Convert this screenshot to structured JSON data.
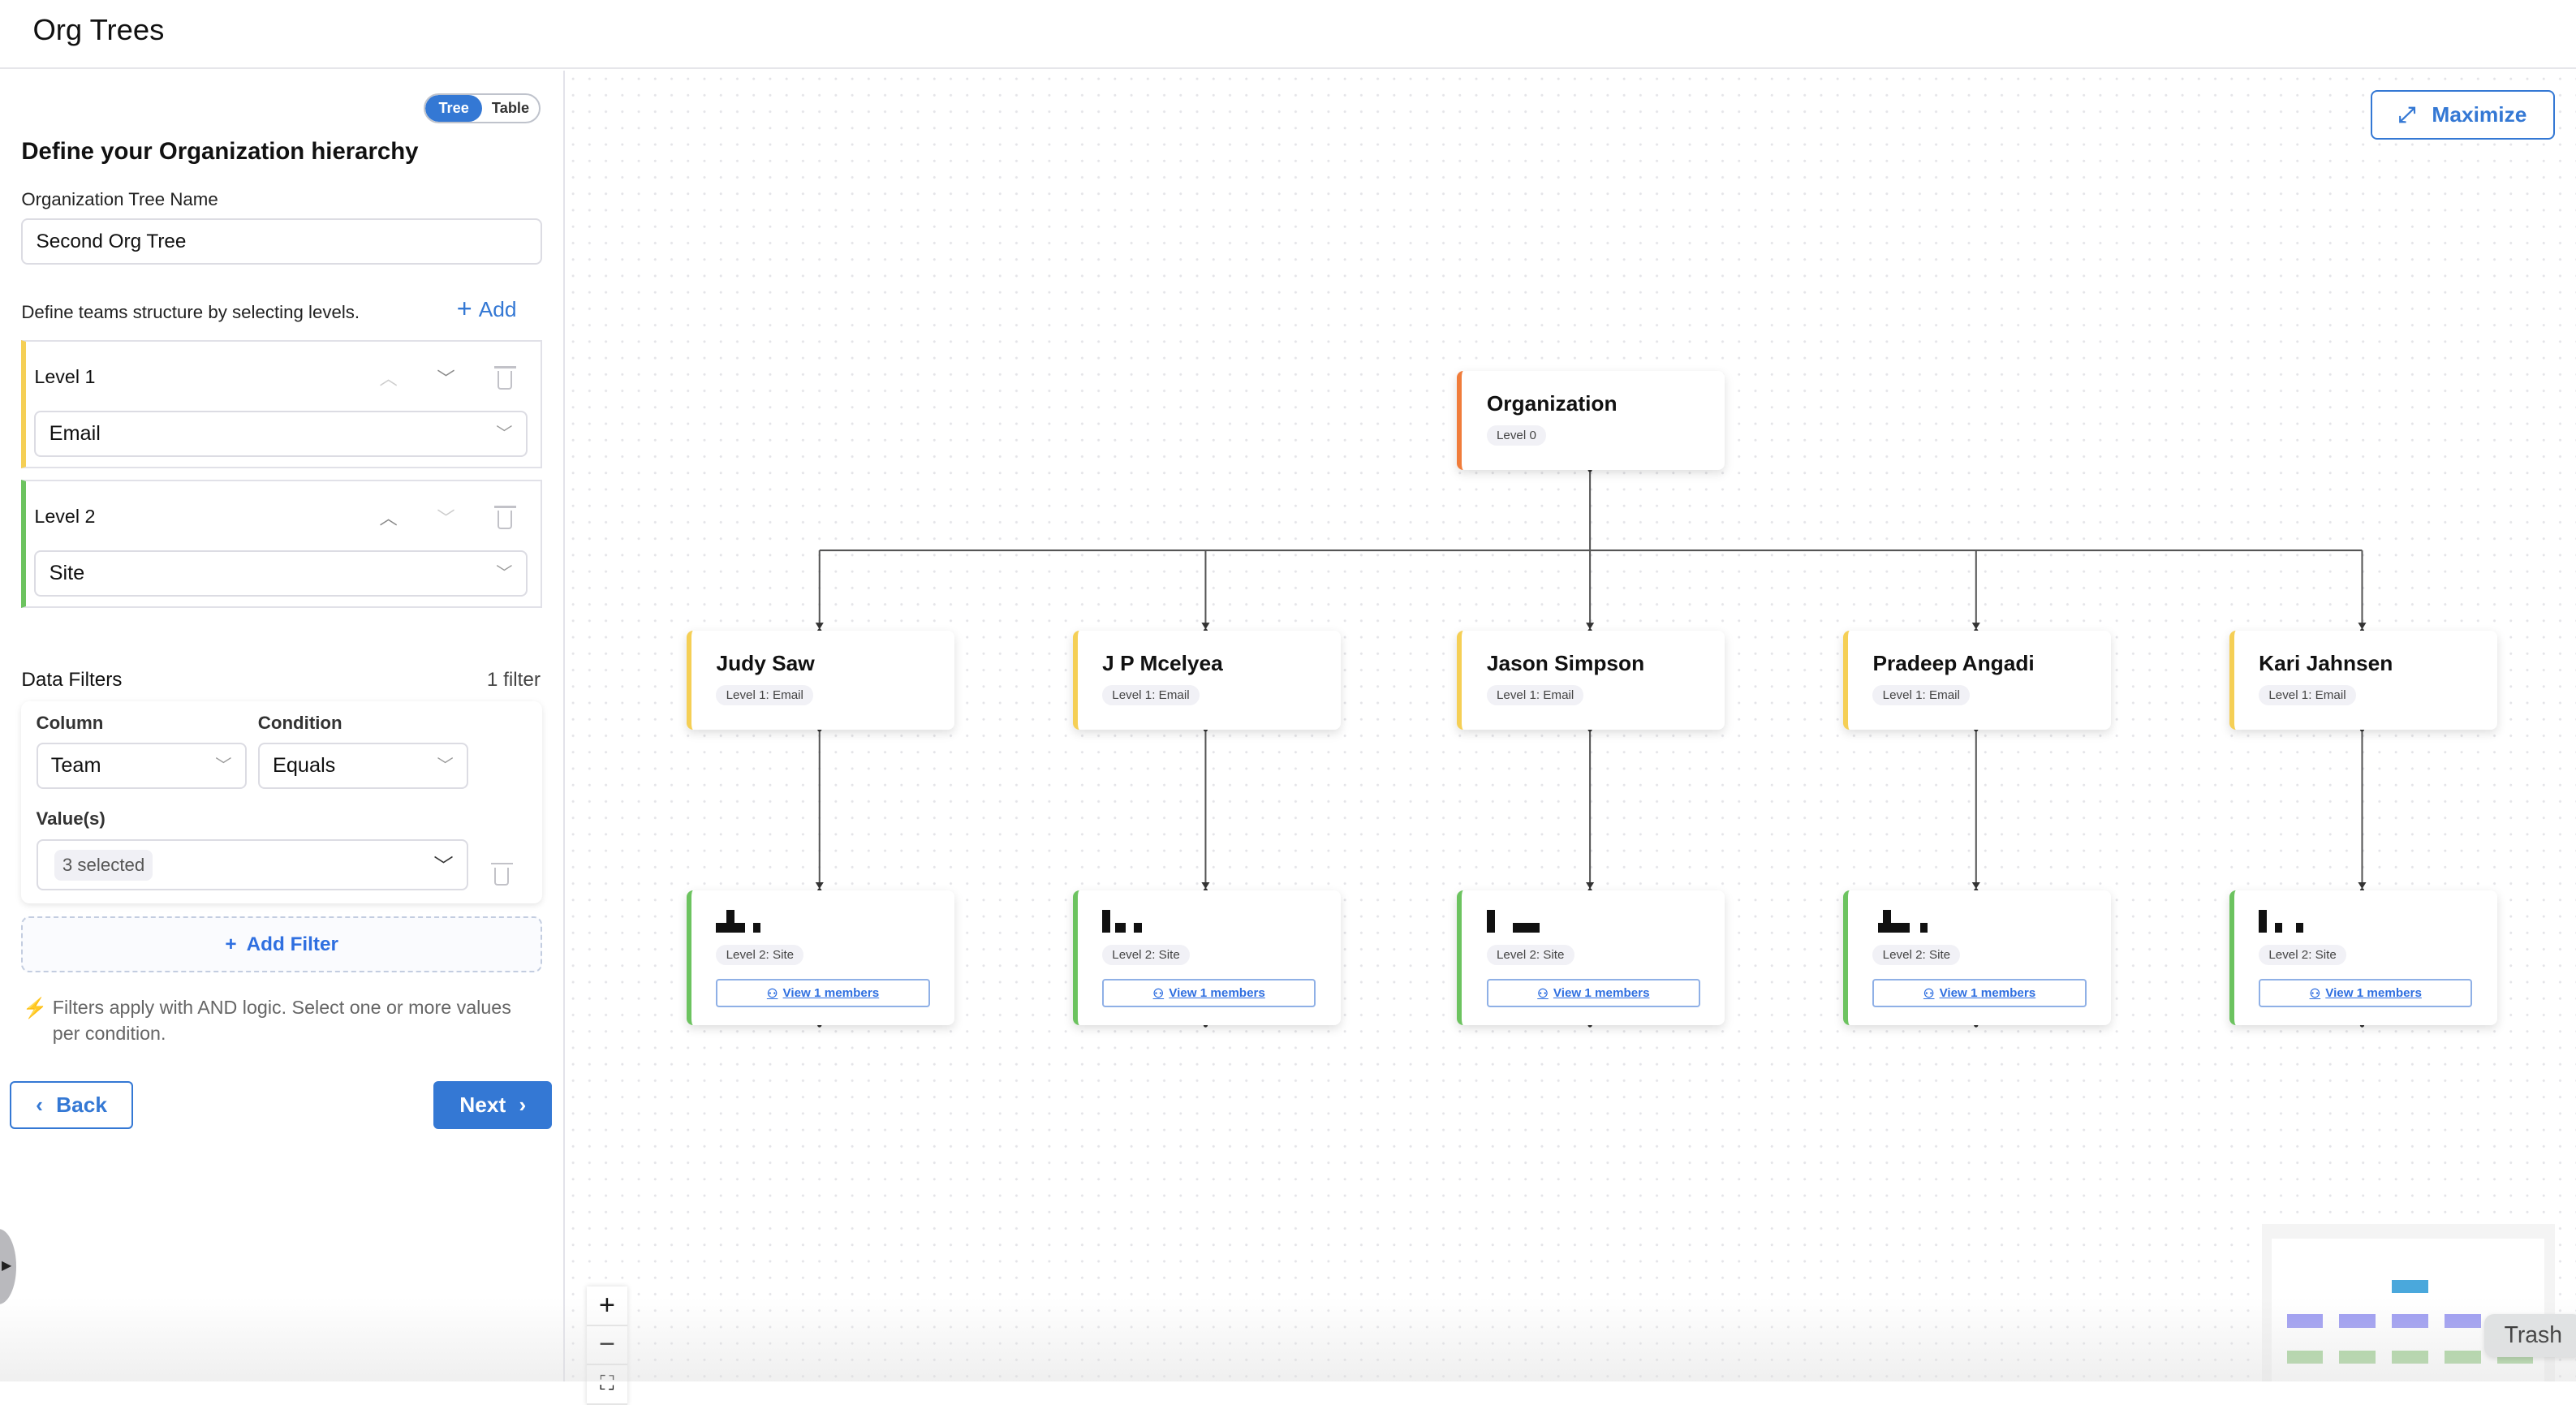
{
  "header": {
    "title": "Org Trees"
  },
  "sidebar": {
    "view_toggle": {
      "options": [
        "Tree",
        "Table"
      ],
      "active": "Tree"
    },
    "heading": "Define your Organization hierarchy",
    "tree_name_label": "Organization Tree Name",
    "tree_name_value": "Second Org Tree",
    "levels_hint": "Define teams structure by selecting levels.",
    "add_label": "Add",
    "levels": [
      {
        "label": "Level 1",
        "value": "Email",
        "color": "#f5cf55"
      },
      {
        "label": "Level 2",
        "value": "Site",
        "color": "#6cc35f"
      }
    ],
    "filters": {
      "title": "Data Filters",
      "count": "1 filter",
      "column_label": "Column",
      "column_value": "Team",
      "condition_label": "Condition",
      "condition_value": "Equals",
      "values_label": "Value(s)",
      "values_chip": "3 selected",
      "add_filter": "Add Filter",
      "note": "Filters apply with AND logic. Select one or more values per condition."
    },
    "back_label": "Back",
    "next_label": "Next"
  },
  "canvas": {
    "maximize_label": "Maximize",
    "root": {
      "title": "Organization",
      "badge": "Level 0",
      "color": "#f07c3a"
    },
    "level1": [
      {
        "title": "Judy Saw",
        "badge": "Level 1: Email"
      },
      {
        "title": "J P Mcelyea",
        "badge": "Level 1: Email"
      },
      {
        "title": "Jason Simpson",
        "badge": "Level 1: Email"
      },
      {
        "title": "Pradeep Angadi",
        "badge": "Level 1: Email"
      },
      {
        "title": "Kari Jahnsen",
        "badge": "Level 1: Email"
      }
    ],
    "level2": [
      {
        "badge": "Level 2: Site",
        "button": "View 1 members"
      },
      {
        "badge": "Level 2: Site",
        "button": "View 1 members"
      },
      {
        "badge": "Level 2: Site",
        "button": "View 1 members"
      },
      {
        "badge": "Level 2: Site",
        "button": "View 1 members"
      },
      {
        "badge": "Level 2: Site",
        "button": "View 1 members"
      }
    ],
    "level1_color": "#f5cf55",
    "level2_color": "#6cc35f",
    "zoom_controls": [
      "+",
      "−",
      "⛶"
    ],
    "tooltip": "Trash"
  }
}
